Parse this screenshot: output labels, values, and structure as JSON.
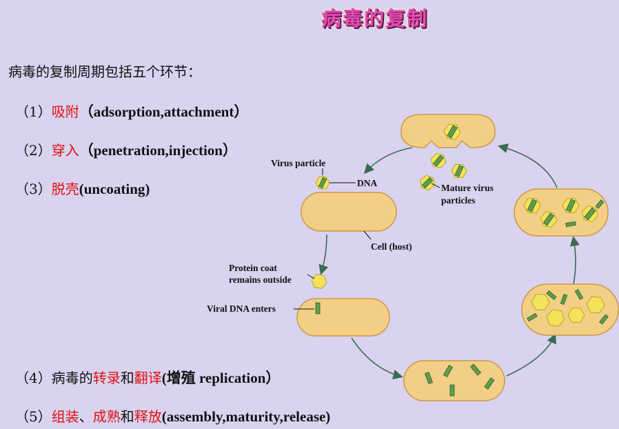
{
  "title": "病毒的复制",
  "intro": "病毒的复制周期包括五个环节：",
  "steps": [
    {
      "num": "（1）",
      "cn": "吸附",
      "en": "（adsorption,attachment）"
    },
    {
      "num": "（2）",
      "cn": "穿入",
      "en": "（penetration,injection）"
    },
    {
      "num": "（3）",
      "cn": "脱壳",
      "en": "(uncoating)"
    },
    {
      "num": "（4）",
      "pre": "病毒的",
      "cn1": "转录",
      "mid": "和",
      "cn2": "翻译",
      "en": "(增殖 replication）"
    },
    {
      "num": "（5）",
      "cn1": "组装",
      "mid1": "、",
      "cn2": "成熟",
      "mid2": "和",
      "cn3": "释放",
      "en": "(assembly,maturity,release)"
    }
  ],
  "diagram": {
    "virus_particle": "Virus particle",
    "dna": "DNA",
    "cell_host": "Cell (host)",
    "protein_coat_1": "Protein coat",
    "protein_coat_2": "remains outside",
    "viral_dna_enters": "Viral DNA enters",
    "mature_virus_1": "Mature virus",
    "mature_virus_2": "particles"
  },
  "colors": {
    "background": "#d9d3ef",
    "cell_fill": "#f3cf86",
    "cell_stroke": "#c99845",
    "capsid_fill": "#f4e35a",
    "dna_fill": "#5e9e4c",
    "arrow": "#3a6b4f",
    "accent_red": "#e01010",
    "title_color": "#e24bb3"
  }
}
